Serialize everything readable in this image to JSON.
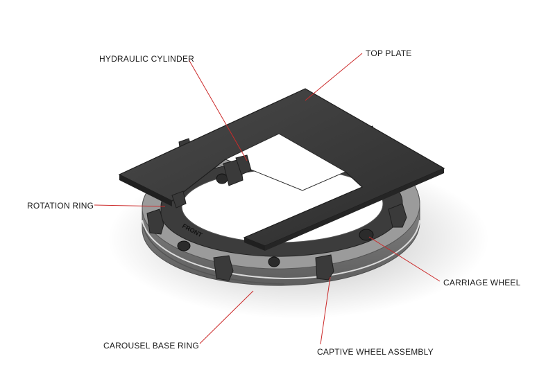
{
  "labels": {
    "hydraulic_cylinder": "HYDRAULIC CYLINDER",
    "top_plate": "TOP PLATE",
    "rotation_ring": "ROTATION RING",
    "carriage_wheel": "CARRIAGE WHEEL",
    "carousel_base_ring": "CAROUSEL BASE RING",
    "captive_wheel_assembly": "CAPTIVE WHEEL ASSEMBLY",
    "front_mark": "FRONT"
  },
  "colors": {
    "leader_line": "#cc2a2a",
    "plate": "#3a3a3a",
    "ring": "#8a8a8a"
  }
}
